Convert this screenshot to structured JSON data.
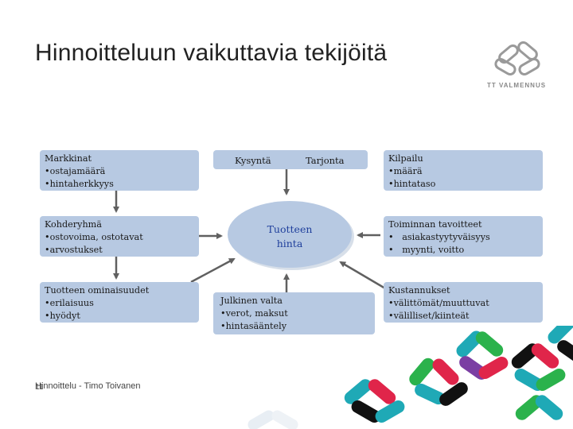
{
  "title": "Hinnoitteluun vaikuttavia tekijöitä",
  "logo": {
    "text": "TT VALMENNUS"
  },
  "boxes": {
    "markkinat": [
      "Markkinat",
      "•ostajamäärä",
      "•hintaherkkyys"
    ],
    "kohderyhma": [
      "Kohderyhmä",
      "•ostovoima, ostotavat",
      "•arvostukset"
    ],
    "ominaisuudet": [
      "Tuotteen ominaisuudet",
      "•erilaisuus",
      "•hyödyt"
    ],
    "kilpailu": [
      "Kilpailu",
      "•määrä",
      "•hintataso"
    ],
    "tavoitteet": [
      "Toiminnan tavoitteet",
      "•   asiakastyytyväisyys",
      "•   myynti, voitto"
    ],
    "kustannukset": [
      "Kustannukset",
      "•välittömät/muuttuvat",
      "•välilliset/kiinteät"
    ],
    "julkinen": [
      "Julkinen valta",
      "•verot, maksut",
      "•hintasääntely"
    ]
  },
  "demand_label": "Kysyntä",
  "supply_label": "Tarjonta",
  "center": [
    "Tuotteen",
    "hinta"
  ],
  "footer": "Hinnoittelu - Timo Toivanen",
  "page_number": "11",
  "colors": {
    "box_fill": "#b7c9e2",
    "arrow": "#606060",
    "center_text": "#1f3f9c",
    "decor_teal": "#1fa9b6",
    "decor_red": "#e0254a",
    "decor_green": "#2bb24c",
    "decor_purple": "#7b3ea3",
    "decor_black": "#111111"
  }
}
